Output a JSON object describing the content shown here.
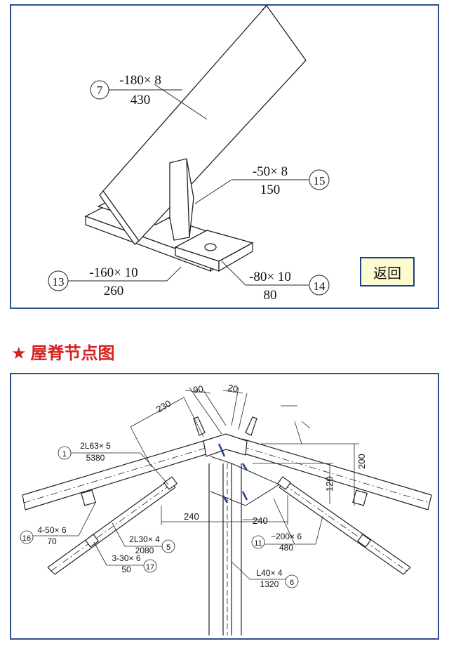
{
  "top_diagram": {
    "callout_7": {
      "num": "7",
      "size": "-180× 8",
      "length": "430"
    },
    "callout_15": {
      "num": "15",
      "size": "-50× 8",
      "length": "150"
    },
    "callout_13": {
      "num": "13",
      "size": "-160× 10",
      "length": "260"
    },
    "callout_14": {
      "num": "14",
      "size": "-80× 10",
      "length": "80"
    },
    "back_button_label": "返回"
  },
  "section": {
    "star": "★",
    "title": "屋脊节点图"
  },
  "bottom_diagram": {
    "dim_230": "230",
    "dim_90": "90",
    "dim_20": "20",
    "dim_200": "200",
    "dim_120": "120",
    "dim_240_left": "240",
    "dim_240_center": "240",
    "callout_1": {
      "num": "1",
      "size": "2L63× 5",
      "length": "5380"
    },
    "callout_16": {
      "num": "16",
      "size": "4-50× 6",
      "length": "70"
    },
    "callout_5": {
      "num": "5",
      "size": "2L30× 4",
      "length": "2080"
    },
    "callout_17": {
      "num": "17",
      "size": "3-30× 6",
      "length": "50"
    },
    "callout_11": {
      "num": "11",
      "size": "−200× 6",
      "length": "480"
    },
    "callout_6": {
      "num": "6",
      "size": "L40× 4",
      "length": "1320"
    }
  },
  "colors": {
    "frame": "#2f4f8f",
    "heading": "#d42121",
    "button_bg": "#fffbd0",
    "accent_blue": "#1e3f8c"
  }
}
